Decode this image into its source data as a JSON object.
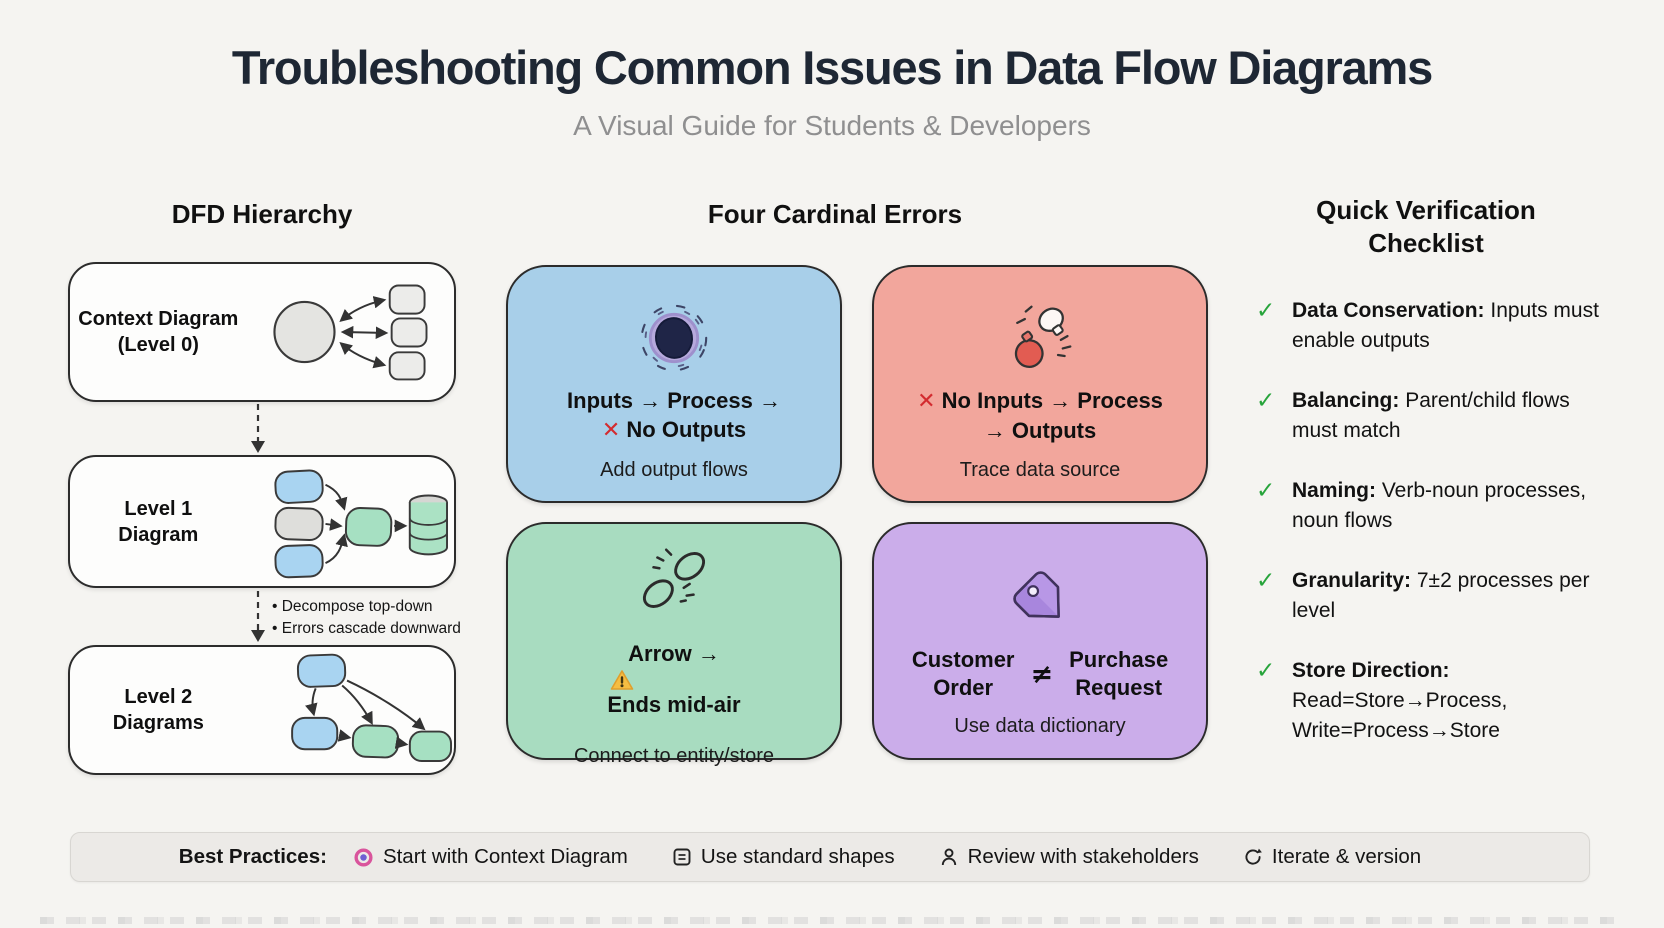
{
  "header": {
    "title": "Troubleshooting Common Issues in Data Flow Diagrams",
    "subtitle": "A Visual Guide for Students & Developers"
  },
  "hierarchy": {
    "heading": "DFD Hierarchy",
    "level0": {
      "line1": "Context Diagram",
      "line2": "(Level 0)"
    },
    "level1": {
      "line1": "Level 1",
      "line2": "Diagram"
    },
    "level2": {
      "line1": "Level 2",
      "line2": "Diagrams"
    },
    "annotation1": "• Decompose top-down",
    "annotation2": "• Errors cascade downward"
  },
  "errors": {
    "heading": "Four Cardinal Errors",
    "cards": [
      {
        "name": "no-outputs",
        "bg": "#a8cfe9",
        "icon": "black-hole-icon",
        "x_mark": "✕",
        "line1": "Inputs → Process →",
        "line2": "No Outputs",
        "fix": "Add output flows"
      },
      {
        "name": "no-inputs",
        "bg": "#f2a69c",
        "icon": "miracle-icon",
        "x_mark": "✕",
        "line1": "No Inputs → Process",
        "line2": "→ Outputs",
        "fix": "Trace data source"
      },
      {
        "name": "dangling-arrow",
        "bg": "#a8dcc0",
        "icon": "broken-link-icon",
        "line1": "Arrow →",
        "line2": "Ends mid-air",
        "fix": "Connect to entity/store"
      },
      {
        "name": "naming-mismatch",
        "bg": "#cbadea",
        "icon": "tag-icon",
        "left1": "Customer",
        "left2": "Order",
        "symbol": "≠",
        "right1": "Purchase",
        "right2": "Request",
        "fix": "Use data dictionary"
      }
    ]
  },
  "checklist": {
    "heading1": "Quick Verification",
    "heading2": "Checklist",
    "check": "✓",
    "check_color": "#27a43b",
    "items": [
      {
        "term": "Data Conservation:",
        "rest": " Inputs must enable outputs"
      },
      {
        "term": "Balancing:",
        "rest": " Parent/child flows must match"
      },
      {
        "term": "Naming:",
        "rest": " Verb-noun processes, noun flows"
      },
      {
        "term": "Granularity:",
        "rest": " 7±2 processes per level"
      },
      {
        "term": "Store Direction:",
        "rest": " Read=Store→Process, Write=Process→Store"
      }
    ]
  },
  "footer": {
    "label": "Best Practices:",
    "items": [
      {
        "icon": "target-icon",
        "text": "Start with Context Diagram"
      },
      {
        "icon": "standard-shapes-icon",
        "text": "Use standard shapes"
      },
      {
        "icon": "person-icon",
        "text": "Review with stakeholders"
      },
      {
        "icon": "iterate-icon",
        "text": "Iterate & version"
      }
    ]
  }
}
